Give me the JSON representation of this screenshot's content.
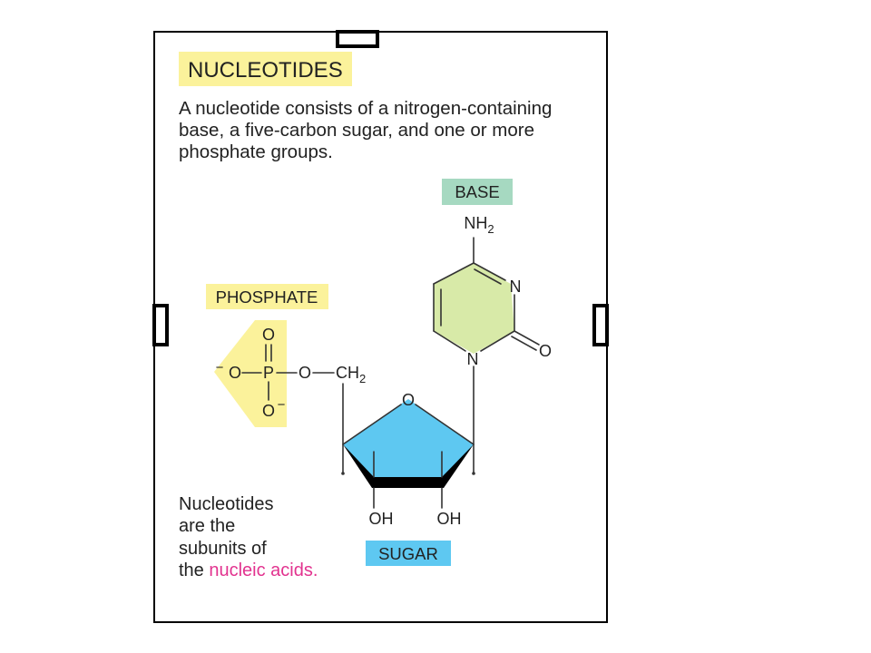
{
  "title": "NUCLEOTIDES",
  "intro": [
    "A nucleotide consists of a nitrogen-containing",
    "base, a five-carbon sugar, and one or more",
    "phosphate groups."
  ],
  "labels": {
    "base": "BASE",
    "phosphate": "PHOSPHATE",
    "sugar": "SUGAR"
  },
  "base": {
    "amine": "NH",
    "amine_subscript": "2",
    "ring_n_upper": "N",
    "ring_n_lower": "N",
    "carbonyl_o": "O"
  },
  "phosphate": {
    "o_top": "O",
    "p": "P",
    "o_left": "O",
    "o_left_charge": "−",
    "o_bottom": "O",
    "o_bottom_charge": "−",
    "o_ester": "O"
  },
  "sugar": {
    "ring_o": "O",
    "methylene": "CH",
    "methylene_subscript": "2",
    "oh_left": "OH",
    "oh_right": "OH"
  },
  "caption": {
    "lines": [
      "Nucleotides",
      "are the",
      "subunits of"
    ],
    "last_line_prefix": "the ",
    "highlight": "nucleic acids."
  },
  "colors": {
    "title_yellow": "#fbf29b",
    "phosphate_yellow": "#fbf29b",
    "base_green": "#a6d9c1",
    "ring_green": "#d8eaa8",
    "sugar_blue": "#5ec8f1",
    "highlight_magenta": "#e2338f"
  }
}
